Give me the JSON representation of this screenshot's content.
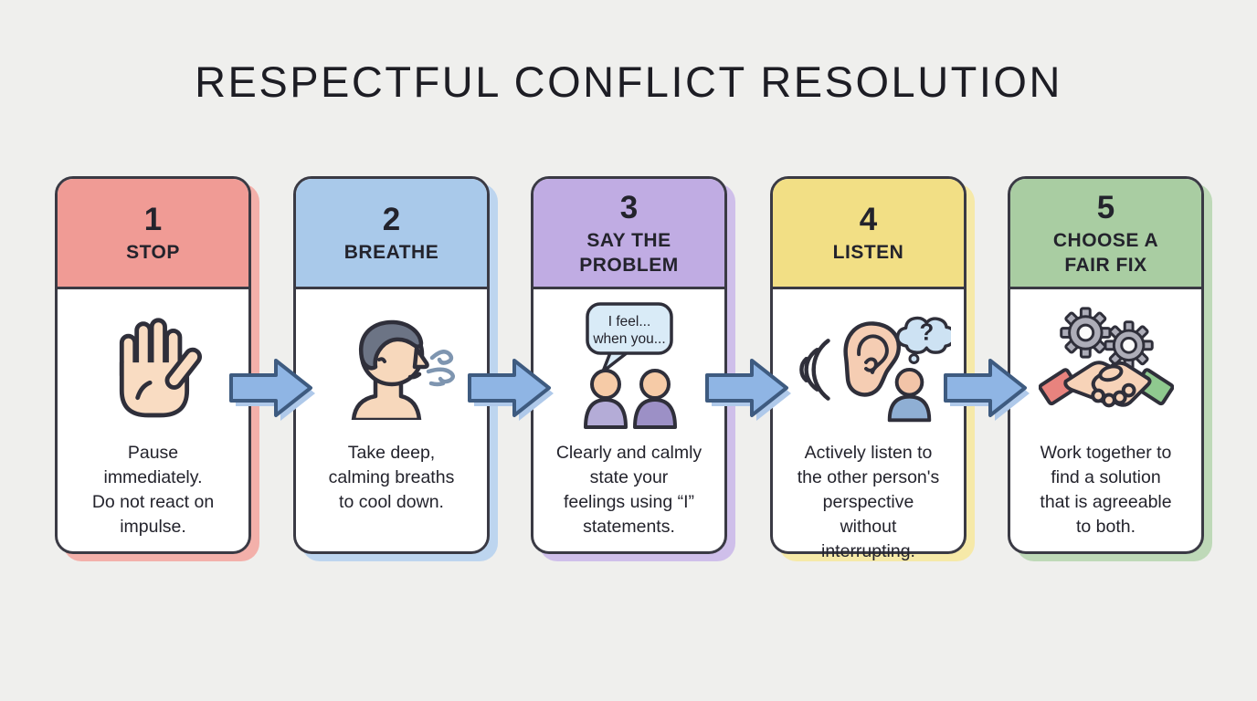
{
  "title": "RESPECTFUL CONFLICT RESOLUTION",
  "colors": {
    "background": "#EFEFED",
    "card_border": "#3A3A44",
    "text": "#23232C",
    "title_text": "#1D1D24",
    "arrow_fill": "#8FB5E4",
    "arrow_outline": "#3E5B80",
    "arrow_shadow": "#AFC9EA"
  },
  "steps": [
    {
      "number": "1",
      "label": "STOP",
      "description": [
        "Pause",
        "immediately.",
        "Do not react on",
        "impulse."
      ],
      "header_color": "#F09B95",
      "shadow_color": "#F3B0AA",
      "icon": "stop-hand-icon"
    },
    {
      "number": "2",
      "label": "BREATHE",
      "description": [
        "Take deep,",
        "calming breaths",
        "to cool down."
      ],
      "header_color": "#A9C9EA",
      "shadow_color": "#BDD5EF",
      "icon": "breathing-profile-icon"
    },
    {
      "number": "3",
      "label": [
        "SAY THE",
        "PROBLEM"
      ],
      "description": [
        "Clearly and calmly",
        "state your",
        "feelings using “I”",
        "statements."
      ],
      "header_color": "#C0ACE3",
      "shadow_color": "#CFBFEA",
      "icon": "i-statement-conversation-icon",
      "bubble_lines": [
        "I feel...",
        "when you..."
      ]
    },
    {
      "number": "4",
      "label": "LISTEN",
      "description": [
        "Actively listen to",
        "the other person's",
        "perspective",
        "without",
        "interrupting."
      ],
      "header_color": "#F2DF85",
      "shadow_color": "#F6E9A8",
      "icon": "listening-ear-icon",
      "thought_mark": "?"
    },
    {
      "number": "5",
      "label": [
        "CHOOSE A",
        "FAIR FIX"
      ],
      "description": [
        "Work together to",
        "find a solution",
        "that is agreeable",
        "to both."
      ],
      "header_color": "#A9CDA2",
      "shadow_color": "#BED9B8",
      "icon": "gears-handshake-icon"
    }
  ]
}
